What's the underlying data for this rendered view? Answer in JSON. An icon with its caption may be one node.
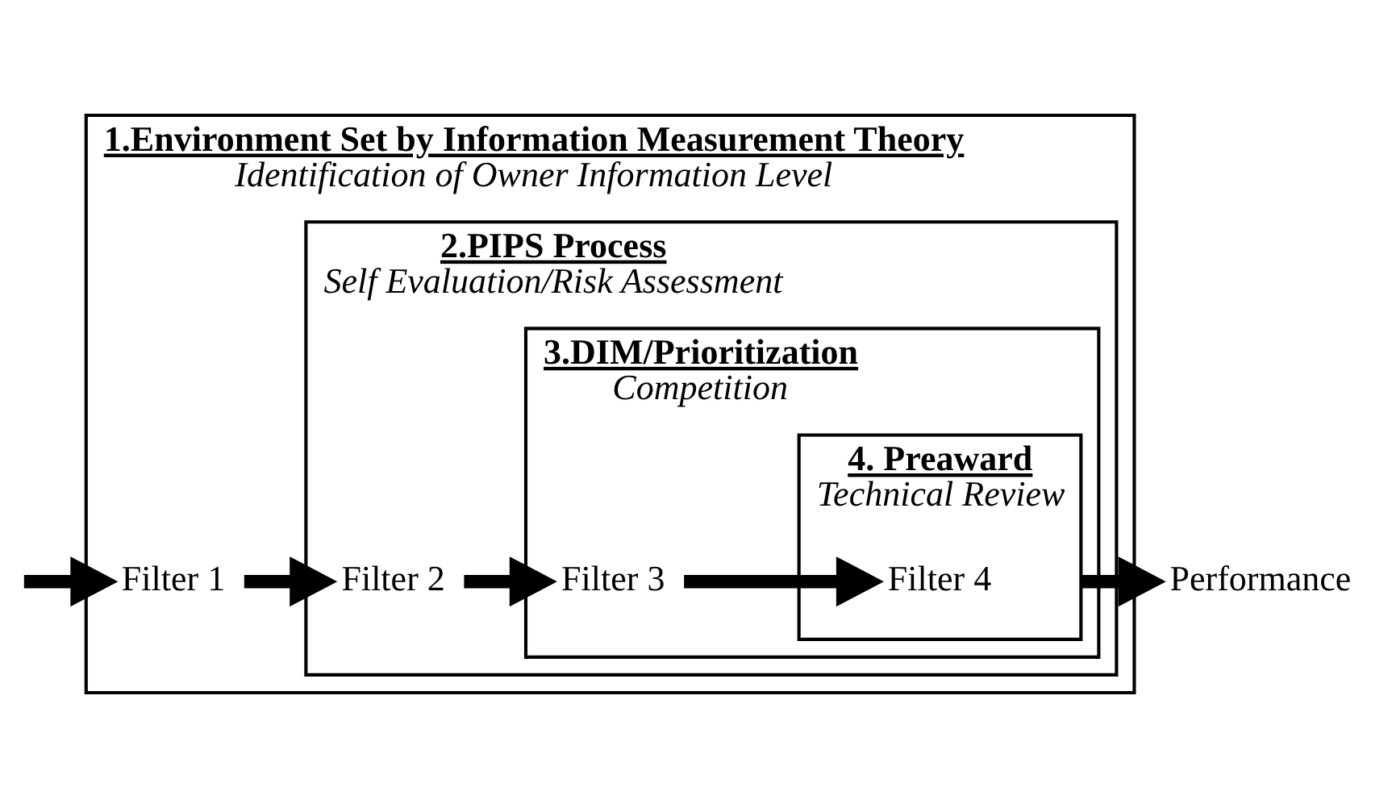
{
  "diagram": {
    "nodes": [
      {
        "text": [
          "1.Environment Set by Information Measurement Theory",
          "Identification of Owner Information Level"
        ]
      },
      {
        "text": [
          "Filter 1"
        ],
        "in": 0
      },
      {
        "text": [
          "2.PIPS Process",
          "Self Evaluation/Risk Assessment"
        ],
        "in": 0
      },
      {
        "text": [
          "Filter 2"
        ],
        "in": 2
      },
      {
        "text": [
          "3.DIM/Prioritization",
          "Competition"
        ],
        "in": 2
      },
      {
        "text": [
          "Filter 3"
        ],
        "in": 4
      },
      {
        "text": [
          "4. Preaward",
          "Technical Review"
        ],
        "in": 4
      },
      {
        "text": [
          "Filter 4"
        ],
        "in": 6
      },
      {
        "text": [
          "Performance"
        ]
      }
    ],
    "edges": [
      {
        "from": null,
        "to": 1,
        "arrow": "to"
      },
      {
        "from": 1,
        "to": 3,
        "arrow": "to"
      },
      {
        "from": 3,
        "to": 5,
        "arrow": "to"
      },
      {
        "from": 5,
        "to": 7,
        "arrow": "to"
      },
      {
        "from": 6,
        "to": 8,
        "arrow": "to"
      }
    ]
  }
}
